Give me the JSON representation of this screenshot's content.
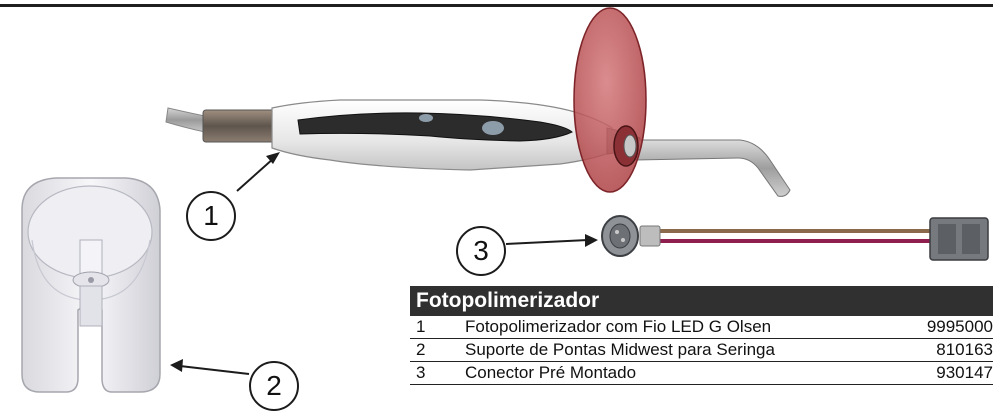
{
  "callouts": {
    "c1": "1",
    "c2": "2",
    "c3": "3"
  },
  "table": {
    "title": "Fotopolimerizador",
    "rows": [
      {
        "num": "1",
        "description": "Fotopolimerizador com Fio LED G Olsen",
        "code": "9995000"
      },
      {
        "num": "2",
        "description": "Suporte de Pontas Midwest para Seringa",
        "code": "810163"
      },
      {
        "num": "3",
        "description": "Conector Pré Montado",
        "code": "930147"
      }
    ]
  },
  "colors": {
    "header_bg": "#303030",
    "shield_red": "#b3393e",
    "wire_brown": "#8a6a4a",
    "wire_magenta": "#8e1f4f",
    "rule_line": "#1f1f1f"
  }
}
